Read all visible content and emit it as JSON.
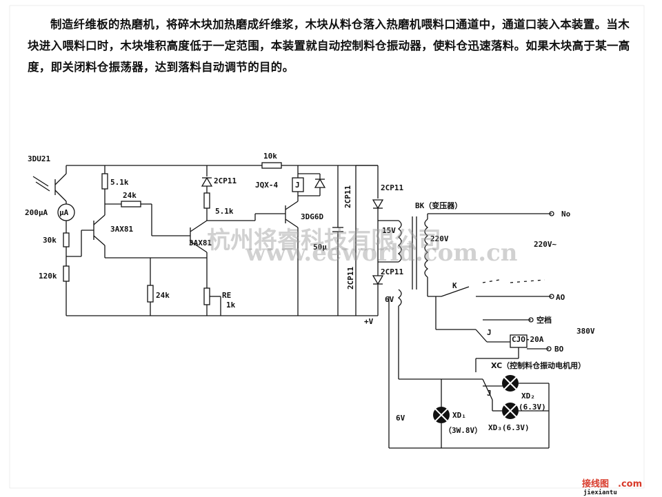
{
  "description": "制造纤维板的热磨机，将碎木块加热磨成纤维浆，木块从料仓落入热磨机喂料口通道中，通道口装入本装置。当木块进入喂料口时，木块堆积高度低于一定范围，本装置就自动控制料仓振动器，使料仓迅速落料。如果木块高于某一高度，即关闭料仓振荡器，达到落料自动调节的目的。",
  "labels": {
    "photo": "3DU21",
    "meter": "200μA",
    "meter_sym": "μA",
    "r30k": "30k",
    "r120k": "120k",
    "r51k_a": "5.1k",
    "r24k_a": "24k",
    "q1": "3AX81",
    "q2": "3AX81",
    "r24k_b": "24k",
    "diode_zener": "2CP11",
    "r51k_b": "5.1k",
    "re": "RE",
    "re_val": "1k",
    "r10k": "10k",
    "relay": "JQX-4",
    "relay_j": "J",
    "q3": "3DG6D",
    "cap": "50μ",
    "d_bridge_1": "2CP11",
    "d_bridge_2": "2CP11",
    "d_bridge_3": "2CP11",
    "d_bridge_4": "2CP11",
    "plus_v": "+V",
    "v15": "15V",
    "v6": "6V",
    "v6_lamp": "6V",
    "bk": "BK（变压器）",
    "v220": "220V",
    "v220ac": "220V~",
    "no": "No",
    "ao": "AO",
    "bo": "BO",
    "k": "K",
    "j_contact": "J",
    "j_contact2": "J",
    "empty": "空档",
    "v380": "380V",
    "cjo": "CJO-20A",
    "xc": "XC（控制料仓振动电机用）",
    "xd1": "XD₁",
    "xd1_spec": "（3W.8V）",
    "xd2": "XD₂",
    "xd2_spec": "(6.3V)",
    "xd3": "XD₃(6.3V)",
    "watermark": "杭州将睿科技有限公司",
    "watermark2": "www.eeworld.com.cn",
    "footer_logo": "接线图",
    "footer_com": ".com",
    "footer_sub": "jiexiantu"
  },
  "colors": {
    "ink": "#111111",
    "watermark": "#9a9a9a",
    "footer_red": "#d83a2a",
    "footer_green": "#2e8b3a"
  }
}
